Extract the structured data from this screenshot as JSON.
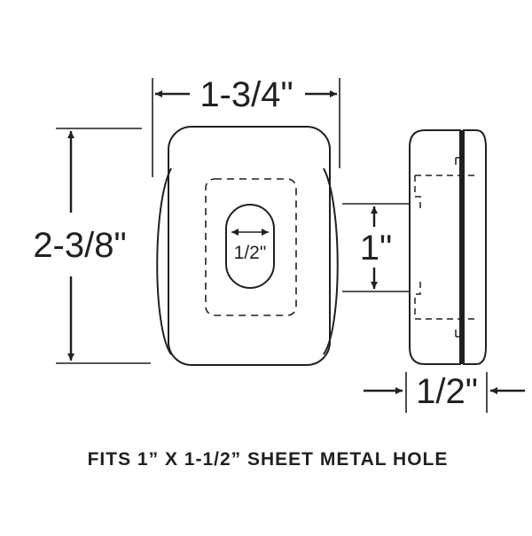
{
  "dimensions": {
    "width": "1-3/4\"",
    "height": "2-3/8\"",
    "slot_width": "1/2\"",
    "slot_height": "1\"",
    "thickness": "1/2\""
  },
  "caption": "FITS 1” X 1-1/2” SHEET METAL HOLE",
  "colors": {
    "line": "#231f20",
    "background": "#ffffff"
  }
}
